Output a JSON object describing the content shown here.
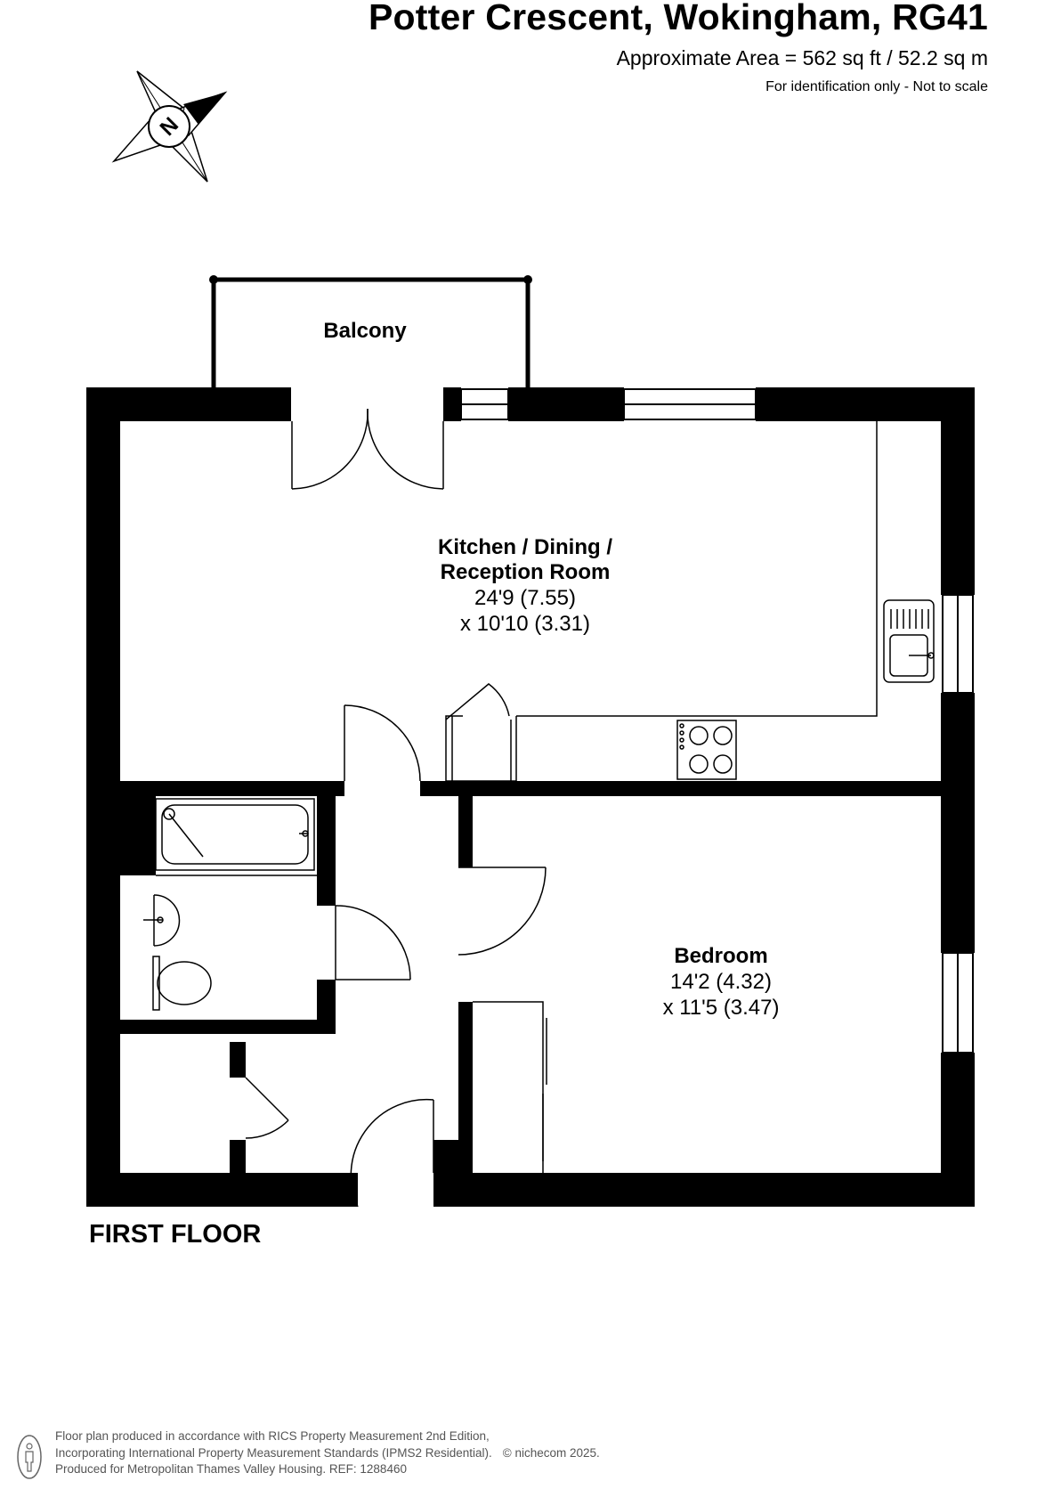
{
  "header": {
    "title": "Potter Crescent, Wokingham, RG41",
    "area": "Approximate Area = 562 sq ft / 52.2 sq m",
    "note": "For identification only - Not to scale"
  },
  "compass": {
    "icon": "compass-north-icon",
    "letter": "N"
  },
  "rooms": {
    "balcony": {
      "name": "Balcony"
    },
    "kitchen": {
      "name_line1": "Kitchen / Dining /",
      "name_line2": "Reception Room",
      "dim_line1": "24'9 (7.55)",
      "dim_line2": "x 10'10 (3.31)"
    },
    "bedroom": {
      "name": "Bedroom",
      "dim_line1": "14'2 (4.32)",
      "dim_line2": "x 11'5 (3.47)"
    }
  },
  "floor_label": "FIRST FLOOR",
  "footer": {
    "line1": "Floor plan produced in accordance with RICS Property Measurement 2nd Edition,",
    "line2": "Incorporating International Property Measurement Standards (IPMS2 Residential).",
    "copyright": "© nichecom 2025.",
    "line3": "Produced for Metropolitan Thames Valley Housing.   REF: 1288460"
  }
}
